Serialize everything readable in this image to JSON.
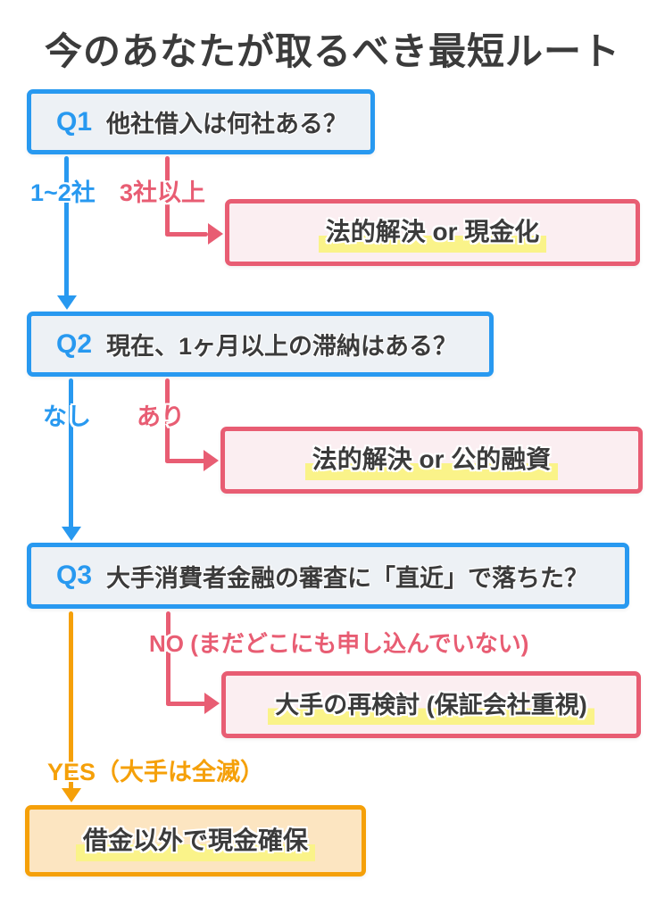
{
  "title": "今のあなたが取るべき最短ルート",
  "flow": {
    "q1": {
      "id": "Q1",
      "text": "他社借入は何社ある？",
      "branch_left": "1~2社",
      "branch_right": "3社以上"
    },
    "result1": {
      "text": "法的解決 or 現金化"
    },
    "q2": {
      "id": "Q2",
      "text": "現在、1ヶ月以上の滞納はある？",
      "branch_left": "なし",
      "branch_right": "あり"
    },
    "result2": {
      "text": "法的解決 or 公的融資"
    },
    "q3": {
      "id": "Q3",
      "text": "大手消費者金融の審査に「直近」で落ちた？",
      "branch_left": "YES（大手は全滅）",
      "branch_right": "NO (まだどこにも申し込んでいない)"
    },
    "result3": {
      "text": "大手の再検討 (保証会社重視)"
    },
    "result4": {
      "text": "借金以外で現金確保"
    }
  },
  "colors": {
    "blue": "#2899f0",
    "pink": "#e85d73",
    "orange": "#f5a009",
    "highlight_yellow": "#faf389",
    "text_dark": "#3b3b3b",
    "question_fill": "#edf1f5",
    "pink_fill": "#fbeef1",
    "orange_fill": "#fce5c1"
  }
}
